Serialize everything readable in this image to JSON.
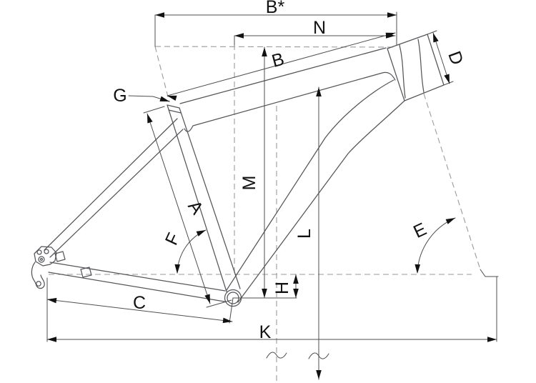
{
  "diagram": {
    "type": "bicycle-frame-geometry",
    "labels": {
      "a": "A",
      "b": "B",
      "bstar": "B*",
      "c": "C",
      "d": "D",
      "e": "E",
      "f": "F",
      "g": "G",
      "h": "H",
      "k": "K",
      "l": "L",
      "m": "M",
      "n": "N"
    },
    "colors": {
      "background": "#ffffff",
      "frame": "#55565a",
      "dimension": "#4f4f4f",
      "dashed": "#9a9a9a",
      "label": "#121212"
    }
  }
}
